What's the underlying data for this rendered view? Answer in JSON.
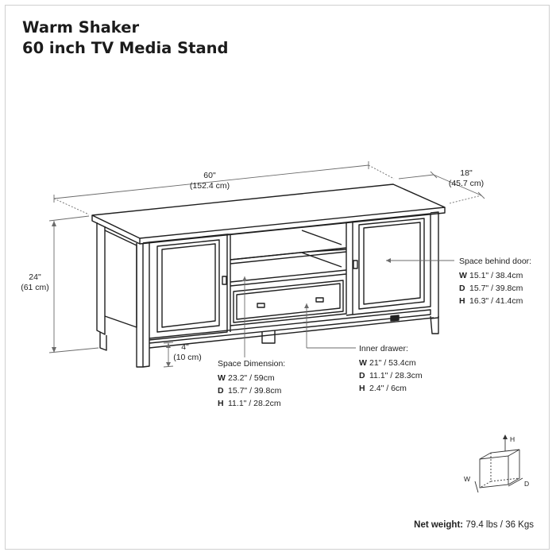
{
  "title": {
    "line1": "Warm Shaker",
    "line2": "60 inch TV Media Stand"
  },
  "dimensions": {
    "width": {
      "in": "60\"",
      "cm": "(152.4 cm)"
    },
    "depth": {
      "in": "18\"",
      "cm": "(45.7 cm)"
    },
    "height": {
      "in": "24\"",
      "cm": "(61 cm)"
    },
    "clearance": {
      "in": "4\"",
      "cm": "(10 cm)"
    }
  },
  "space_behind_door": {
    "heading": "Space behind door:",
    "rows": [
      {
        "key": "W",
        "value": "15.1\" / 38.4cm"
      },
      {
        "key": "D",
        "value": "15.7\" / 39.8cm"
      },
      {
        "key": "H",
        "value": "16.3\" / 41.4cm"
      }
    ]
  },
  "space_dimension": {
    "heading": "Space Dimension:",
    "rows": [
      {
        "key": "W",
        "value": "23.2\" / 59cm"
      },
      {
        "key": "D",
        "value": "15.7\" / 39.8cm"
      },
      {
        "key": "H",
        "value": "11.1\" / 28.2cm"
      }
    ]
  },
  "inner_drawer": {
    "heading": "Inner drawer:",
    "rows": [
      {
        "key": "W",
        "value": "21\" / 53.4cm"
      },
      {
        "key": "D",
        "value": "11.1\" / 28.3cm"
      },
      {
        "key": "H",
        "value": "2.4\" / 6cm"
      }
    ]
  },
  "axes": {
    "h": "H",
    "w": "W",
    "d": "D"
  },
  "net_weight": {
    "label": "Net weight:",
    "value": "79.4 lbs / 36 Kgs"
  }
}
